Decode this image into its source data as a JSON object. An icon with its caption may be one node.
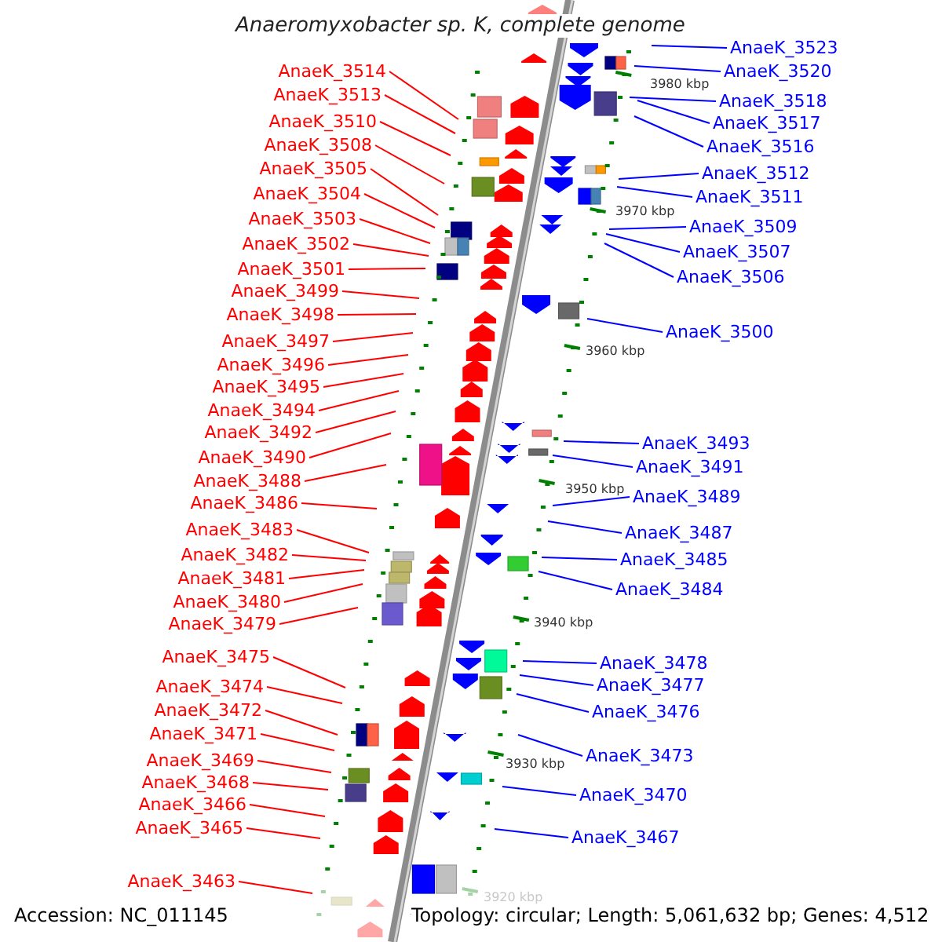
{
  "diagram": {
    "title": "Anaeromyxobacter sp. K, complete genome",
    "nodes": [
      {
        "text": [
          "AnaeK_3514"
        ]
      },
      {
        "text": [
          "AnaeK_3513"
        ]
      },
      {
        "text": [
          "AnaeK_3510"
        ]
      },
      {
        "text": [
          "AnaeK_3508"
        ]
      },
      {
        "text": [
          "AnaeK_3505"
        ]
      },
      {
        "text": [
          "AnaeK_3504"
        ]
      },
      {
        "text": [
          "AnaeK_3503"
        ]
      },
      {
        "text": [
          "AnaeK_3502"
        ]
      },
      {
        "text": [
          "AnaeK_3501"
        ]
      },
      {
        "text": [
          "AnaeK_3499"
        ]
      },
      {
        "text": [
          "AnaeK_3498"
        ]
      },
      {
        "text": [
          "AnaeK_3497"
        ]
      },
      {
        "text": [
          "AnaeK_3496"
        ]
      },
      {
        "text": [
          "AnaeK_3495"
        ]
      },
      {
        "text": [
          "AnaeK_3494"
        ]
      },
      {
        "text": [
          "AnaeK_3492"
        ]
      },
      {
        "text": [
          "AnaeK_3490"
        ]
      },
      {
        "text": [
          "AnaeK_3488"
        ]
      },
      {
        "text": [
          "AnaeK_3486"
        ]
      },
      {
        "text": [
          "AnaeK_3483"
        ]
      },
      {
        "text": [
          "AnaeK_3482"
        ]
      },
      {
        "text": [
          "AnaeK_3481"
        ]
      },
      {
        "text": [
          "AnaeK_3480"
        ]
      },
      {
        "text": [
          "AnaeK_3479"
        ]
      },
      {
        "text": [
          "AnaeK_3475"
        ]
      },
      {
        "text": [
          "AnaeK_3474"
        ]
      },
      {
        "text": [
          "AnaeK_3472"
        ]
      },
      {
        "text": [
          "AnaeK_3471"
        ]
      },
      {
        "text": [
          "AnaeK_3469"
        ]
      },
      {
        "text": [
          "AnaeK_3468"
        ]
      },
      {
        "text": [
          "AnaeK_3466"
        ]
      },
      {
        "text": [
          "AnaeK_3465"
        ]
      },
      {
        "text": [
          "AnaeK_3463"
        ]
      },
      {
        "text": [
          "AnaeK_3523"
        ]
      },
      {
        "text": [
          "AnaeK_3520"
        ]
      },
      {
        "text": [
          "AnaeK_3518"
        ]
      },
      {
        "text": [
          "AnaeK_3517"
        ]
      },
      {
        "text": [
          "AnaeK_3516"
        ]
      },
      {
        "text": [
          "AnaeK_3512"
        ]
      },
      {
        "text": [
          "AnaeK_3511"
        ]
      },
      {
        "text": [
          "AnaeK_3509"
        ]
      },
      {
        "text": [
          "AnaeK_3507"
        ]
      },
      {
        "text": [
          "AnaeK_3506"
        ]
      },
      {
        "text": [
          "AnaeK_3500"
        ]
      },
      {
        "text": [
          "AnaeK_3493"
        ]
      },
      {
        "text": [
          "AnaeK_3491"
        ]
      },
      {
        "text": [
          "AnaeK_3489"
        ]
      },
      {
        "text": [
          "AnaeK_3487"
        ]
      },
      {
        "text": [
          "AnaeK_3485"
        ]
      },
      {
        "text": [
          "AnaeK_3484"
        ]
      },
      {
        "text": [
          "AnaeK_3478"
        ]
      },
      {
        "text": [
          "AnaeK_3477"
        ]
      },
      {
        "text": [
          "AnaeK_3476"
        ]
      },
      {
        "text": [
          "AnaeK_3473"
        ]
      },
      {
        "text": [
          "AnaeK_3470"
        ]
      },
      {
        "text": [
          "AnaeK_3467"
        ]
      }
    ],
    "edges": [
      {
        "from": 0,
        "to": null,
        "arrow": "none"
      },
      {
        "from": 1,
        "to": null,
        "arrow": "none"
      },
      {
        "from": 2,
        "to": null,
        "arrow": "none"
      },
      {
        "from": 3,
        "to": null,
        "arrow": "none"
      },
      {
        "from": 4,
        "to": null,
        "arrow": "none"
      },
      {
        "from": 5,
        "to": null,
        "arrow": "none"
      },
      {
        "from": 6,
        "to": null,
        "arrow": "none"
      },
      {
        "from": 7,
        "to": null,
        "arrow": "none"
      },
      {
        "from": 8,
        "to": null,
        "arrow": "none"
      },
      {
        "from": 9,
        "to": null,
        "arrow": "none"
      },
      {
        "from": 10,
        "to": null,
        "arrow": "none"
      },
      {
        "from": 11,
        "to": null,
        "arrow": "none"
      },
      {
        "from": 12,
        "to": null,
        "arrow": "none"
      },
      {
        "from": 13,
        "to": null,
        "arrow": "none"
      },
      {
        "from": 14,
        "to": null,
        "arrow": "none"
      },
      {
        "from": 15,
        "to": null,
        "arrow": "none"
      },
      {
        "from": 16,
        "to": null,
        "arrow": "none"
      },
      {
        "from": 17,
        "to": null,
        "arrow": "none"
      },
      {
        "from": 18,
        "to": null,
        "arrow": "none"
      },
      {
        "from": 19,
        "to": null,
        "arrow": "none"
      },
      {
        "from": 20,
        "to": null,
        "arrow": "none"
      },
      {
        "from": 21,
        "to": null,
        "arrow": "none"
      },
      {
        "from": 22,
        "to": null,
        "arrow": "none"
      },
      {
        "from": 23,
        "to": null,
        "arrow": "none"
      },
      {
        "from": 24,
        "to": null,
        "arrow": "none"
      },
      {
        "from": 25,
        "to": null,
        "arrow": "none"
      },
      {
        "from": 26,
        "to": null,
        "arrow": "none"
      },
      {
        "from": 27,
        "to": null,
        "arrow": "none"
      },
      {
        "from": 28,
        "to": null,
        "arrow": "none"
      },
      {
        "from": 29,
        "to": null,
        "arrow": "none"
      },
      {
        "from": 30,
        "to": null,
        "arrow": "none"
      },
      {
        "from": 31,
        "to": null,
        "arrow": "none"
      },
      {
        "from": 32,
        "to": null,
        "arrow": "none"
      },
      {
        "from": 33,
        "to": null,
        "arrow": "none",
        "color": "#0000ff"
      },
      {
        "from": 34,
        "to": null,
        "arrow": "none",
        "color": "#0000ff"
      },
      {
        "from": 35,
        "to": null,
        "arrow": "none",
        "color": "#0000ff"
      },
      {
        "from": 36,
        "to": null,
        "arrow": "none",
        "color": "#0000ff"
      },
      {
        "from": 37,
        "to": null,
        "arrow": "none",
        "color": "#0000ff"
      },
      {
        "from": 38,
        "to": null,
        "arrow": "none",
        "color": "#0000ff"
      },
      {
        "from": 39,
        "to": null,
        "arrow": "none",
        "color": "#0000ff"
      },
      {
        "from": 40,
        "to": null,
        "arrow": "none",
        "color": "#0000ff"
      },
      {
        "from": 41,
        "to": null,
        "arrow": "none",
        "color": "#0000ff"
      },
      {
        "from": 42,
        "to": null,
        "arrow": "none",
        "color": "#0000ff"
      },
      {
        "from": 43,
        "to": null,
        "arrow": "none",
        "color": "#0000ff"
      },
      {
        "from": 44,
        "to": null,
        "arrow": "none",
        "color": "#0000ff"
      },
      {
        "from": 45,
        "to": null,
        "arrow": "none",
        "color": "#0000ff"
      },
      {
        "from": 46,
        "to": null,
        "arrow": "none",
        "color": "#0000ff"
      },
      {
        "from": 47,
        "to": null,
        "arrow": "none",
        "color": "#0000ff"
      },
      {
        "from": 48,
        "to": null,
        "arrow": "none",
        "color": "#0000ff"
      },
      {
        "from": 49,
        "to": null,
        "arrow": "none",
        "color": "#0000ff"
      },
      {
        "from": 50,
        "to": null,
        "arrow": "none",
        "color": "#0000ff"
      },
      {
        "from": 51,
        "to": null,
        "arrow": "none",
        "color": "#0000ff"
      },
      {
        "from": 52,
        "to": null,
        "arrow": "none",
        "color": "#0000ff"
      },
      {
        "from": 53,
        "to": null,
        "arrow": "none",
        "color": "#0000ff"
      },
      {
        "from": 54,
        "to": null,
        "arrow": "none",
        "color": "#0000ff"
      },
      {
        "from": 55,
        "to": null,
        "arrow": "none",
        "color": "#0000ff"
      }
    ],
    "labels": [
      "3980 kbp",
      "3970 kbp",
      "3960 kbp",
      "3950 kbp",
      "3940 kbp",
      "3930 kbp",
      "3920 kbp",
      "Accession: NC_011145",
      "Topology: circular; Length: 5,061,632 bp; Genes: 4,512"
    ]
  }
}
